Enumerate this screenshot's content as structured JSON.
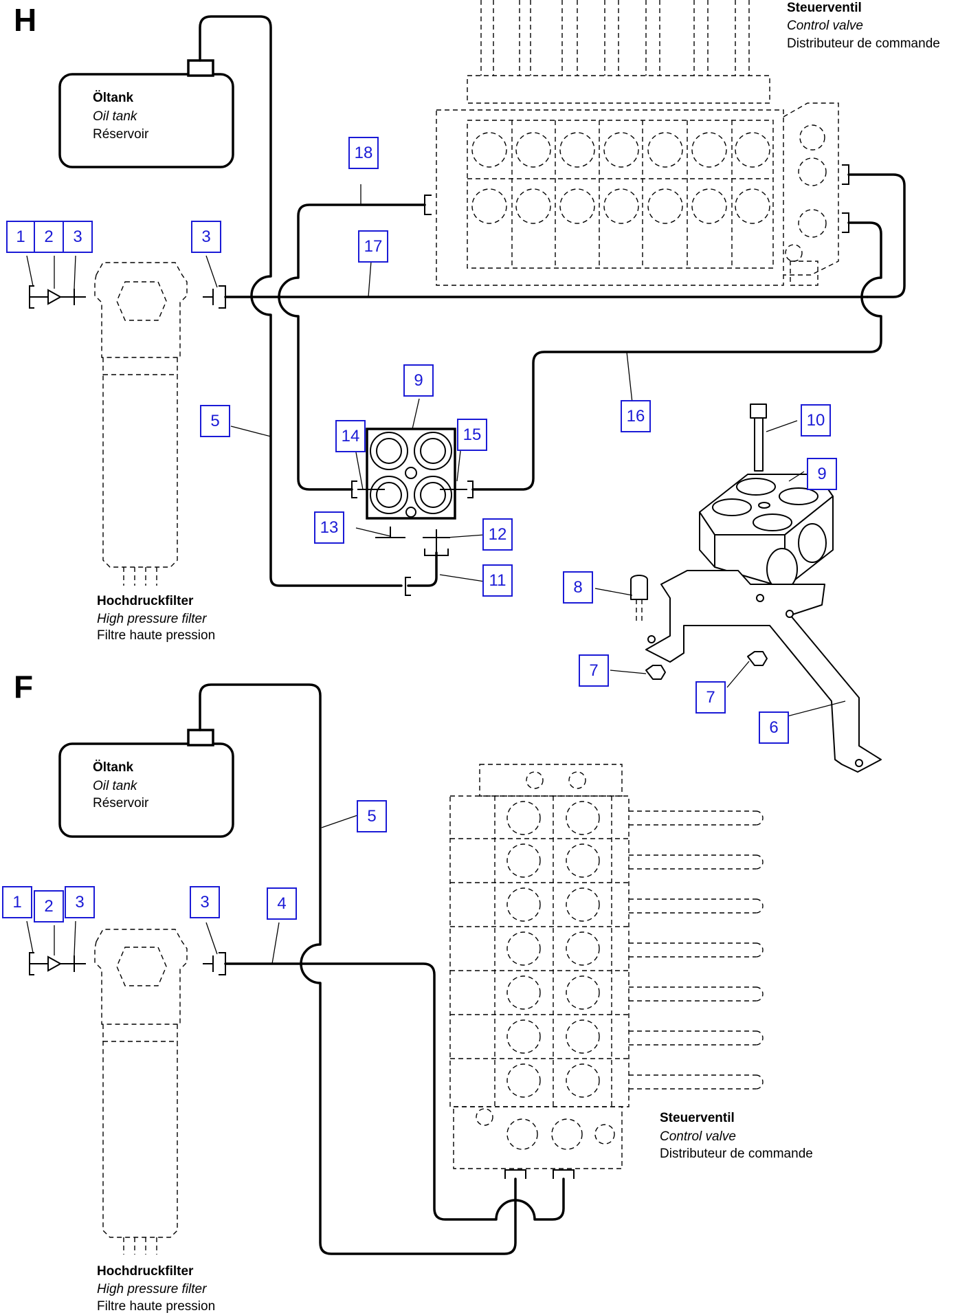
{
  "sections": {
    "h": {
      "letter": "H"
    },
    "f": {
      "letter": "F"
    }
  },
  "labels": {
    "oil_tank": {
      "de": "Öltank",
      "en": "Oil tank",
      "fr": "Réservoir"
    },
    "control_valve": {
      "de": "Steuerventil",
      "en": "Control valve",
      "fr": "Distributeur de commande"
    },
    "hp_filter": {
      "de": "Hochdruckfilter",
      "en": "High pressure filter",
      "fr": "Filtre haute pression"
    }
  },
  "callouts_h": [
    "1",
    "2",
    "3",
    "3",
    "18",
    "17",
    "5",
    "9",
    "14",
    "15",
    "16",
    "13",
    "12",
    "11",
    "10",
    "9",
    "8",
    "7",
    "7",
    "6"
  ],
  "callouts_f": [
    "1",
    "2",
    "3",
    "3",
    "4",
    "5"
  ]
}
